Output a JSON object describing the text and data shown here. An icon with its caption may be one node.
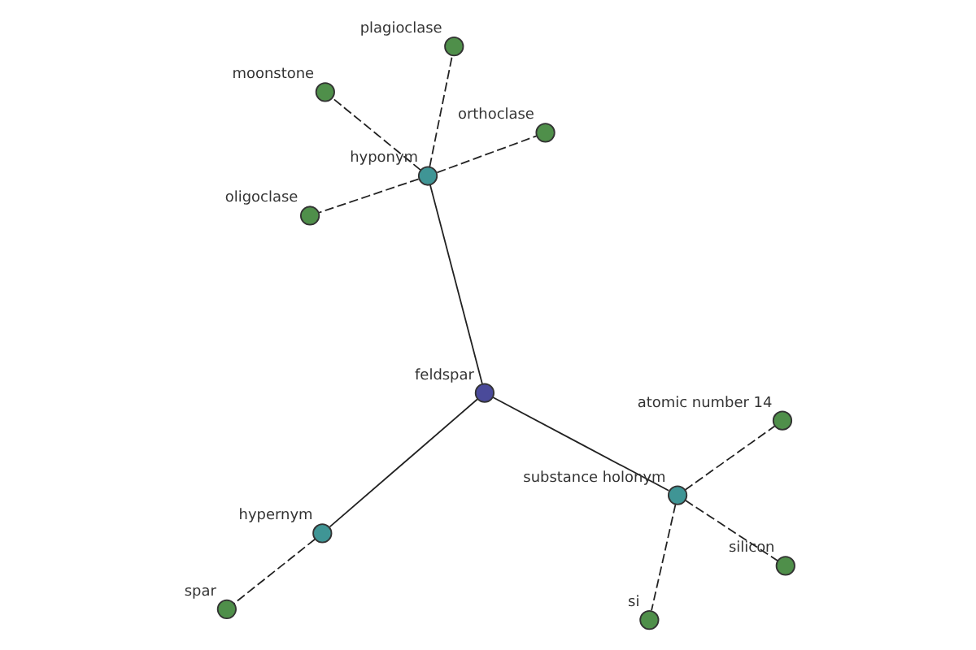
{
  "diagram": {
    "nodes": [
      {
        "text": [
          "moonstone"
        ]
      },
      {
        "text": [
          "orthoclase"
        ]
      },
      {
        "text": [
          "oligoclase"
        ]
      },
      {
        "text": [
          "hyponym"
        ]
      },
      {
        "text": [
          "plagioclase"
        ]
      },
      {
        "text": [
          "atomic number 14"
        ]
      },
      {
        "text": [
          "feldspar"
        ]
      },
      {
        "text": [
          "substance holonym"
        ]
      },
      {
        "text": [
          "si"
        ]
      },
      {
        "text": [
          "hypernym"
        ]
      },
      {
        "text": [
          "silicon"
        ]
      },
      {
        "text": [
          "spar"
        ]
      }
    ],
    "edges": [
      {
        "from": 6,
        "to": 3,
        "arrow": "none"
      },
      {
        "from": 6,
        "to": 7,
        "arrow": "none"
      },
      {
        "from": 6,
        "to": 9,
        "arrow": "none"
      },
      {
        "from": 3,
        "to": 0,
        "arrow": "none",
        "style": "dashed"
      },
      {
        "from": 3,
        "to": 1,
        "arrow": "none",
        "style": "dashed"
      },
      {
        "from": 3,
        "to": 2,
        "arrow": "none",
        "style": "dashed"
      },
      {
        "from": 3,
        "to": 4,
        "arrow": "none",
        "style": "dashed"
      },
      {
        "from": 7,
        "to": 5,
        "arrow": "none",
        "style": "dashed"
      },
      {
        "from": 7,
        "to": 8,
        "arrow": "none",
        "style": "dashed"
      },
      {
        "from": 7,
        "to": 10,
        "arrow": "none",
        "style": "dashed"
      },
      {
        "from": 9,
        "to": 11,
        "arrow": "none",
        "style": "dashed"
      }
    ]
  }
}
